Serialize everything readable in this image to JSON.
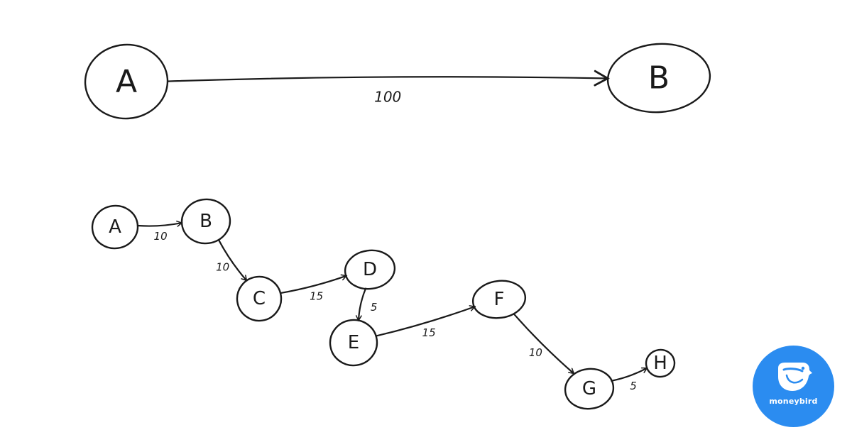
{
  "colors": {
    "ink": "#1a1a1a",
    "logo_bg": "#2b8cf0",
    "logo_fg": "#ffffff"
  },
  "diagrams": [
    {
      "nodes": [
        "A",
        "B"
      ],
      "edges": [
        {
          "from": "A",
          "to": "B",
          "weight": "100"
        }
      ]
    },
    {
      "nodes": [
        "A",
        "B",
        "C",
        "D",
        "E",
        "F",
        "G",
        "H"
      ],
      "edges": [
        {
          "from": "A",
          "to": "B",
          "weight": "10"
        },
        {
          "from": "B",
          "to": "C",
          "weight": "10"
        },
        {
          "from": "C",
          "to": "D",
          "weight": "15"
        },
        {
          "from": "D",
          "to": "E",
          "weight": "5"
        },
        {
          "from": "E",
          "to": "F",
          "weight": "15"
        },
        {
          "from": "F",
          "to": "G",
          "weight": "10"
        },
        {
          "from": "G",
          "to": "H",
          "weight": "5"
        }
      ]
    }
  ],
  "logo": {
    "text": "moneybird",
    "icon": "bird-icon"
  }
}
